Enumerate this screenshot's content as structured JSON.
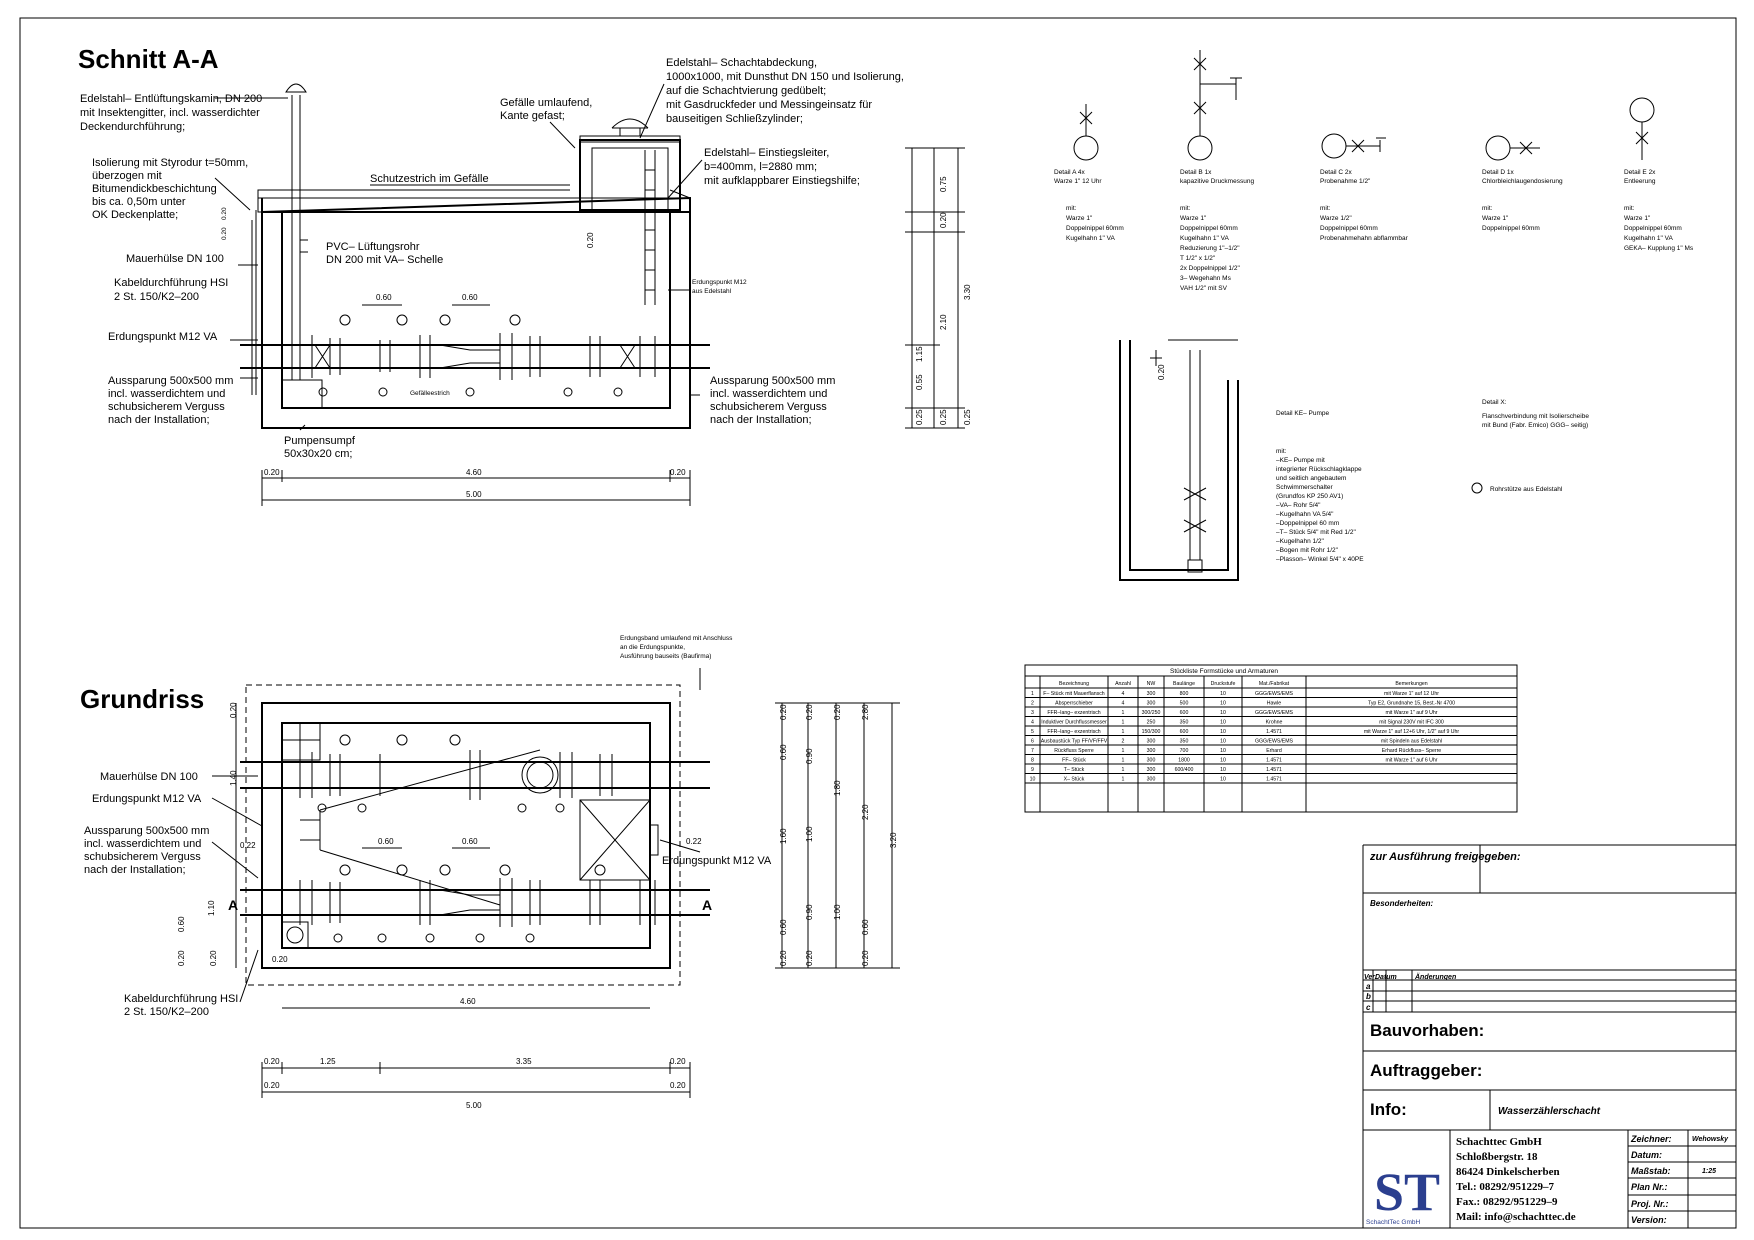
{
  "section": {
    "title": "Schnitt A-A",
    "labels": {
      "vent": [
        "Edelstahl– Entlüftungskamin, DN 200",
        "mit Insektengitter, incl. wasserdichter",
        "Deckendurchführung;"
      ],
      "insulation": [
        "Isolierung mit Styrodur t=50mm,",
        "überzogen mit",
        "Bitumendickbeschichtung",
        "bis ca. 0,50m unter",
        "OK Deckenplatte;"
      ],
      "screed": "Schutzestrich im Gefälle",
      "slope": [
        "Gefälle umlaufend,",
        "Kante gefast;"
      ],
      "cover": [
        "Edelstahl– Schachtabdeckung,",
        "1000x1000, mit Dunsthut DN 150 und Isolierung,",
        "auf die Schachtvierung gedübelt;",
        "mit Gasdruckfeder und Messingeinsatz für",
        "bauseitigen Schließzylinder;"
      ],
      "ladder": [
        "Edelstahl– Einstiegsleiter,",
        "b=400mm, l=2880 mm;",
        "mit aufklappbarer Einstiegshilfe;"
      ],
      "wall_sleeve": "Mauerhülse DN 100",
      "cable_duct": [
        "Kabeldurchführung HSI",
        "2 St. 150/K2–200"
      ],
      "pvc": [
        "PVC– Lüftungsrohr",
        "DN 200 mit VA– Schelle"
      ],
      "earth_left": "Erdungspunkt M12 VA",
      "earth_right": [
        "Erdungspunkt M12",
        "aus Edelstahl"
      ],
      "recess_left": [
        "Aussparung 500x500 mm",
        "incl. wasserdichtem und",
        "schubsicherem Verguss",
        "nach der Installation;"
      ],
      "recess_right": [
        "Aussparung 500x500 mm",
        "incl. wasserdichtem und",
        "schubsicherem Verguss",
        "nach der Installation;"
      ],
      "sump": [
        "Pumpensumpf",
        "50x30x20 cm;"
      ],
      "fall_screed": "Gefälleestrich",
      "dims_top": [
        "0.60",
        "0.60"
      ],
      "dims_bottom_a": [
        "0.20",
        "4.60",
        "0.20"
      ],
      "dims_bottom_b": "5.00",
      "dims_left_h": [
        "0.20",
        "0.20",
        "0.20",
        "0.20"
      ],
      "dims_vertical": [
        "0.75",
        "0.20",
        "3.30",
        "2.10",
        "1.15",
        "0.55",
        "0.25",
        "0.25",
        "0.25",
        "0.20"
      ]
    }
  },
  "details": [
    {
      "title": "Detail  A  4x",
      "subtitle": "Warze 1\" 12 Uhr",
      "lines": [
        "mit:",
        "Warze 1\"",
        "Doppelnippel 60mm",
        "Kugelhahn 1\" VA"
      ]
    },
    {
      "title": "Detail  B  1x",
      "subtitle": "kapazitive Druckmessung",
      "lines": [
        "mit:",
        "Warze 1\"",
        "Doppelnippel 60mm",
        "Kugelhahn 1\" VA",
        "Reduzierung 1\"–1/2\"",
        "T 1/2\" x 1/2\"",
        "2x Doppelnippel 1/2\"",
        "3– Wegehahn Ms",
        "VAH 1/2\" mit SV"
      ]
    },
    {
      "title": "Detail  C  2x",
      "subtitle": "Probenahme 1/2\"",
      "lines": [
        "mit:",
        "Warze 1/2\"",
        "Doppelnippel 60mm",
        "Probenahmehahn abflammbar"
      ]
    },
    {
      "title": "Detail  D  1x",
      "subtitle": "Chlorbleichlaugendosierung",
      "lines": [
        "mit:",
        "Warze 1\"",
        "Doppelnippel 60mm",
        "Kugelhahn 1\" VA"
      ]
    },
    {
      "title": "Detail  E  2x",
      "subtitle": "Entleerung",
      "lines": [
        "mit:",
        "Warze 1\"",
        "Doppelnippel 60mm",
        "Kugelhahn 1\" VA",
        "GEKA– Kupplung 1\" Ms"
      ]
    }
  ],
  "pump": {
    "title": "Detail   KE– Pumpe",
    "dim": "0.20",
    "lines": [
      "mit:",
      "–KE– Pumpe mit",
      "integrierter Rückschlagklappe",
      "und seitlich angebautem",
      "Schwimmerschalter",
      "(Grundfos KP 250 AV1)",
      "–VA– Rohr 5/4\"",
      "–Kugelhahn VA 5/4\"",
      "–Doppelnippel 60 mm",
      "–T– Stück 5/4\" mit Red 1/2\"",
      "–Kugelhahn 1/2\"",
      "–Bogen mit Rohr 1/2\"",
      "–Plasson– Winkel 5/4\" x 40PE"
    ]
  },
  "detail_x": {
    "title": "Detail  X:",
    "lines": [
      "Flanschverbindung mit Isolierscheibe",
      "mit Bund (Fabr. Emico) GGG– seitig)"
    ],
    "support": "Rohrstütze aus Edelstahl"
  },
  "parts_table": {
    "title": "Stückliste Formstücke und Armaturen",
    "headers": [
      "",
      "Bezeichnung",
      "Anzahl",
      "NW",
      "Baulänge",
      "Druckstufe",
      "Mat./Fabrikat",
      "Bemerkungen"
    ],
    "rows": [
      [
        "1",
        "F– Stück mit Mauerflansch",
        "4",
        "300",
        "800",
        "10",
        "GGG/EWS/EMS",
        "mit Warze 1\" auf 12 Uhr"
      ],
      [
        "2",
        "Absperrschieber",
        "4",
        "300",
        "500",
        "10",
        "Hawle",
        "Typ E2, Grundnahe 15, Best.-Nr 4700"
      ],
      [
        "3",
        "FFR–lang– exzentrisch",
        "1",
        "300/250",
        "600",
        "10",
        "GGG/EWS/EMS",
        "mit Warze 1\" auf 9 Uhr"
      ],
      [
        "4",
        "Induktiver Durchflussmesser",
        "1",
        "250",
        "350",
        "10",
        "Krohne",
        "mit Signal 230V mit IFC 300"
      ],
      [
        "5",
        "FFR–lang– exzentrisch",
        "1",
        "150/300",
        "600",
        "10",
        "1.4571",
        "mit Warze 1\" auf 12+6 Uhr, 1/2\" auf 9 Uhr"
      ],
      [
        "6",
        "Ausbaustück Typ FF/VF/FFV",
        "2",
        "300",
        "350",
        "10",
        "GGG/EWS/EMS",
        "mit Spindeln aus Edelstahl"
      ],
      [
        "7",
        "Rückfluss Sperre",
        "1",
        "300",
        "700",
        "10",
        "Erhard",
        "Erhard Rückfluss– Sperre"
      ],
      [
        "8",
        "FF– Stück",
        "1",
        "300",
        "1800",
        "10",
        "1.4571",
        "mit Warze 1\" auf 6 Uhr"
      ],
      [
        "9",
        "T– Stück",
        "1",
        "300",
        "600/400",
        "10",
        "1.4571",
        ""
      ],
      [
        "10",
        "X– Stück",
        "1",
        "300",
        "",
        "10",
        "1.4571",
        ""
      ]
    ]
  },
  "plan": {
    "title": "Grundriss",
    "labels": {
      "earth_band": [
        "Erdungsband umlaufend mit Anschluss",
        "an die Erdungspunkte,",
        "Ausführung bauseits (Baufirma)"
      ],
      "wall_sleeve": "Mauerhülse DN 100",
      "earth_left": "Erdungspunkt M12 VA",
      "earth_right": "Erdungspunkt M12 VA",
      "recess": [
        "Aussparung 500x500 mm",
        "incl. wasserdichtem und",
        "schubsicherem Verguss",
        "nach der Installation;"
      ],
      "cable_duct": [
        "Kabeldurchführung HSI",
        "2 St. 150/K2–200"
      ],
      "section_mark": "A",
      "dims_top": [
        "0.60",
        "0.60"
      ],
      "dim_inner": "4.60",
      "dims_bottom_a": [
        "0.20",
        "1.25",
        "3.35",
        "0.20"
      ],
      "dims_bottom_b": [
        "0.20",
        "5.00",
        "0.20"
      ],
      "dims_left": [
        "0.20",
        "1.40",
        "0.22",
        "1.10",
        "0.60",
        "0.20",
        "0.20",
        "0.20"
      ],
      "dims_right": [
        "0.20",
        "0.60",
        "0.90",
        "1.60",
        "1.00",
        "0.60",
        "0.20",
        "0.20",
        "0.90",
        "0.20",
        "1.80",
        "1.00",
        "0.20",
        "2.20",
        "0.60",
        "0.20",
        "2.80",
        "3.20",
        "0.22"
      ]
    }
  },
  "title_block": {
    "release": "zur Ausführung freigegeben:",
    "notes": "Besonderheiten:",
    "rev_headers": [
      "Ver.",
      "Datum",
      "Änderungen"
    ],
    "rev_rows": [
      "a",
      "b",
      "c"
    ],
    "project_label": "Bauvorhaben:",
    "client_label": "Auftraggeber:",
    "info_label": "Info:",
    "info_value": "Wasserzählerschacht",
    "logo_text": "ST",
    "logo_caption": "SchachtTec GmbH",
    "company": [
      "Schachttec GmbH",
      "Schloßbergstr. 18",
      "86424 Dinkelscherben",
      "Tel.: 08292/951229–7",
      "Fax.: 08292/951229–9",
      "Mail: info@schachttec.de"
    ],
    "fields": [
      {
        "label": "Zeichner:",
        "value": "Wehowsky"
      },
      {
        "label": "Datum:",
        "value": ""
      },
      {
        "label": "Maßstab:",
        "value": "1:25"
      },
      {
        "label": "Plan Nr.:",
        "value": ""
      },
      {
        "label": "Proj. Nr.:",
        "value": ""
      },
      {
        "label": "Version:",
        "value": ""
      }
    ]
  }
}
